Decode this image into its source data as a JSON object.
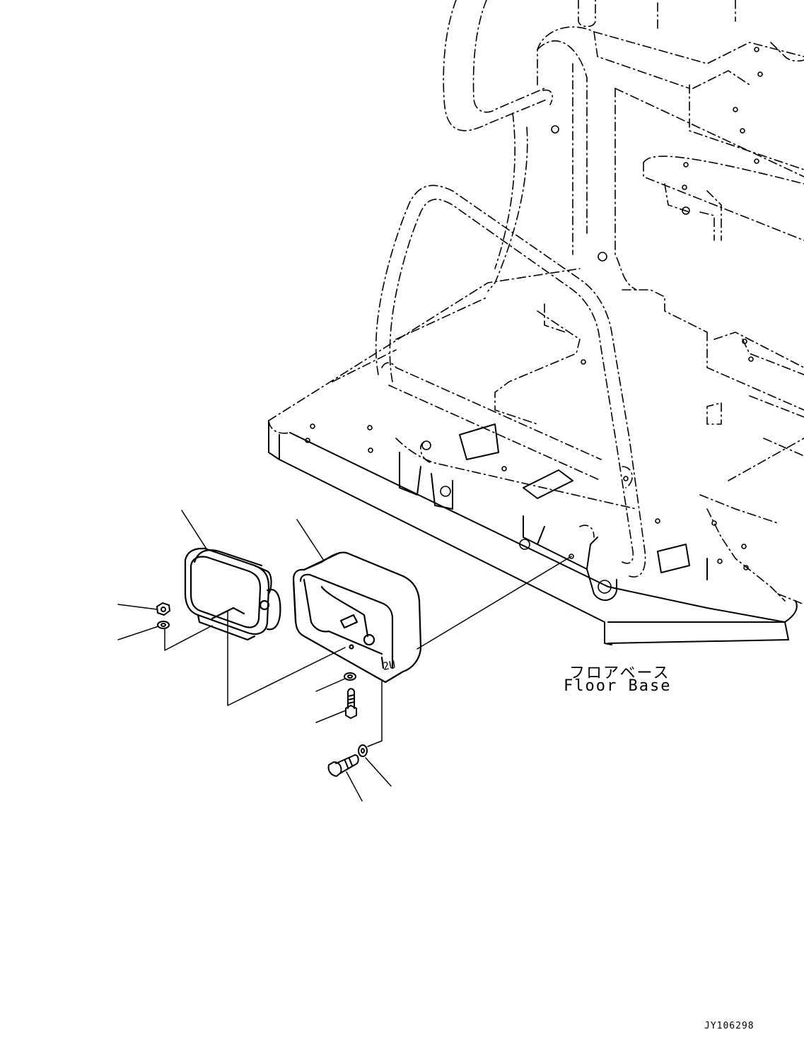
{
  "labels": {
    "floor_base_jp": "フロアベース",
    "floor_base_en": "Floor Base",
    "drawing_code": "JY106298",
    "bracket_mark": "2U"
  },
  "parts": {
    "lamp": "work-lamp",
    "bracket": "lamp-bracket",
    "nut": "nut",
    "washers": "washer",
    "bolts": "bolt"
  },
  "colors": {
    "line": "#000000",
    "background": "#ffffff"
  }
}
